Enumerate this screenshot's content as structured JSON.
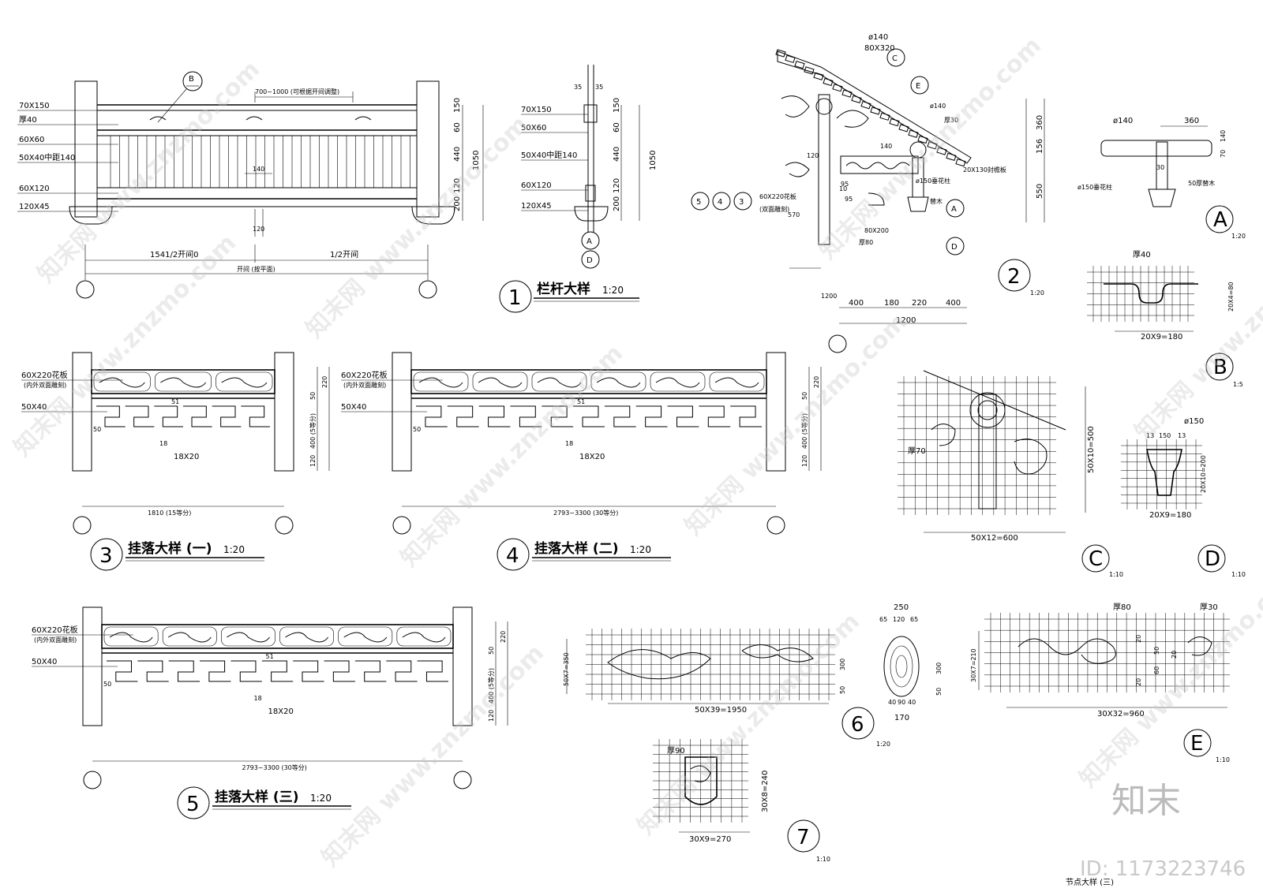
{
  "drawing": {
    "detail_1": {
      "number": "1",
      "title": "栏杆大样",
      "scale": "1:20",
      "left_labels": [
        "70X150",
        "厚40",
        "60X60",
        "50X40中距140",
        "60X120",
        "120X45"
      ],
      "top_note": "700~1000 (可根据开间调整)",
      "right_dims": [
        "150",
        "60",
        "440",
        "120",
        "200"
      ],
      "total": "1050",
      "spacing": "140",
      "post_gap": "120",
      "bottom_dims": [
        "1541/2开间0",
        "1/2开间"
      ],
      "bottom_total": "开间 (按平面)",
      "marker_b": "B"
    },
    "section_1": {
      "labels": [
        "70X150",
        "50X60",
        "50X40中距140",
        "60X120",
        "120X45"
      ],
      "top": [
        "35",
        "35"
      ],
      "right_dims": [
        "150",
        "60",
        "440",
        "120",
        "200"
      ],
      "total": "1050",
      "markers": [
        "A",
        "D"
      ]
    },
    "detail_2": {
      "number": "2",
      "scale": "1:20",
      "top_labels": [
        "ø140",
        "80X320"
      ],
      "markers": [
        "C",
        "E",
        "A",
        "D"
      ],
      "labels": [
        "ø140",
        "厚30",
        "140",
        "20X130封檐板",
        "ø150垂花柱",
        "替木",
        "80X200",
        "厚80",
        "570",
        "120",
        "95",
        "1200",
        "95",
        "10"
      ],
      "circle_refs": [
        "5",
        "4",
        "3"
      ],
      "side_note": "60X220花板",
      "side_note2": "(双面雕刻)",
      "right_dims": [
        "360",
        "156",
        "550"
      ],
      "bottom_dims": [
        "400",
        "180",
        "220",
        "400"
      ],
      "bottom_total": "1200"
    },
    "detail_A": {
      "label": "A",
      "scale": "1:20",
      "dims": [
        "ø140",
        "360",
        "70",
        "140",
        "30"
      ],
      "labels": [
        "ø150垂花柱",
        "50厚替木"
      ]
    },
    "detail_B": {
      "label": "B",
      "scale": "1:5",
      "dims": [
        "厚40",
        "20X4=80",
        "20X9=180"
      ]
    },
    "detail_C": {
      "label": "C",
      "scale": "1:10",
      "dims": [
        "厚70",
        "50X10=500",
        "50X12=600"
      ]
    },
    "detail_D": {
      "label": "D",
      "scale": "1:10",
      "dims": [
        "ø150",
        "13",
        "150",
        "13",
        "20X10=200",
        "20X9=180"
      ]
    },
    "detail_3": {
      "number": "3",
      "title": "挂落大样 (一)",
      "scale": "1:20",
      "labels": [
        "60X220花板",
        "(内外双面雕刻)",
        "50X40"
      ],
      "dims": [
        "50",
        "18",
        "18X20",
        "51"
      ],
      "right_dims": [
        "220",
        "50",
        "400 (5等分)",
        "120"
      ],
      "bottom": "1810 (15等分)"
    },
    "detail_4": {
      "number": "4",
      "title": "挂落大样 (二)",
      "scale": "1:20",
      "labels": [
        "60X220花板",
        "(内外双面雕刻)",
        "50X40"
      ],
      "dims": [
        "50",
        "18",
        "18X20",
        "51"
      ],
      "right_dims": [
        "220",
        "50",
        "400 (5等分)",
        "120"
      ],
      "bottom": "2793~3300 (30等分)"
    },
    "detail_5": {
      "number": "5",
      "title": "挂落大样 (三)",
      "scale": "1:20",
      "labels": [
        "60X220花板",
        "(内外双面雕刻)",
        "50X40"
      ],
      "dims": [
        "50",
        "18",
        "18X20",
        "51"
      ],
      "right_dims": [
        "220",
        "50",
        "400 (5等分)",
        "120"
      ],
      "bottom": "2793~3300 (30等分)"
    },
    "detail_6": {
      "number": "6",
      "scale": "1:20",
      "dims": [
        "50X7=350",
        "300",
        "50",
        "50X39=1950",
        "250",
        "65",
        "120",
        "65",
        "300",
        "50",
        "40",
        "90",
        "40",
        "170"
      ]
    },
    "detail_7": {
      "number": "7",
      "scale": "1:10",
      "dims": [
        "厚90",
        "30X8=240",
        "30X9=270"
      ]
    },
    "detail_E": {
      "label": "E",
      "scale": "1:10",
      "dims": [
        "厚80",
        "厚30",
        "30X7=210",
        "20",
        "20",
        "50",
        "60",
        "20",
        "30X32=960"
      ]
    },
    "footer": {
      "title": "节点大样 (三)",
      "id": "ID: 1173223746",
      "logo": "知末"
    },
    "watermark": "知末网 www.znzmo.com"
  }
}
